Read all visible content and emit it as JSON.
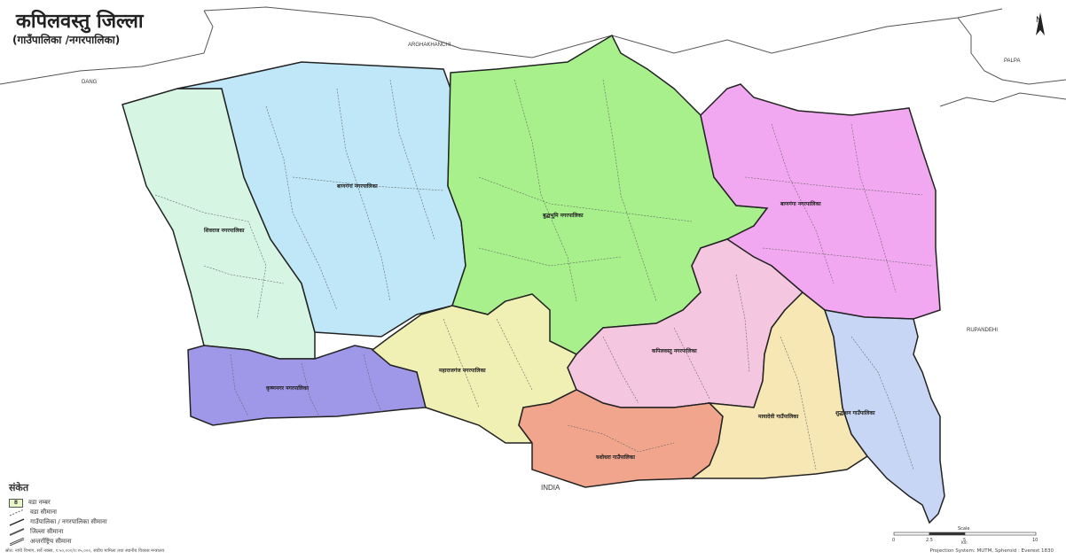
{
  "map": {
    "title": "कपिलवस्तु जिल्ला",
    "subtitle": "(गाउँपालिका /नगरपालिका)",
    "neighbors": [
      "ARGHAKHANCHI",
      "DANG",
      "PALPA",
      "RUPANDEHI",
      "INDIA"
    ],
    "municipalities": [
      {
        "name": "शिवराज नगरपालिका",
        "color": "#d6f5e3"
      },
      {
        "name": "बाणगंगा नगरपालिका",
        "color": "#bfe7f7"
      },
      {
        "name": "बुद्धभूमि नगरपालिका",
        "color": "#a7f08c"
      },
      {
        "name": "बाणगंगा नगरपालिका",
        "color": "#f2a8f0"
      },
      {
        "name": "कृष्णनगर नगरपालिका",
        "color": "#9f97e8"
      },
      {
        "name": "महाराजगंज नगरपालिका",
        "color": "#f0f0b4"
      },
      {
        "name": "कपिलवस्तु नगरपालिका",
        "color": "#f5c6e0"
      },
      {
        "name": "यशोधरा गाउँपालिका",
        "color": "#f2a58d"
      },
      {
        "name": "मायादेवी गाउँपालिका",
        "color": "#f6e7b4"
      },
      {
        "name": "शुद्धोधन गाउँपालिका",
        "color": "#c7d6f5"
      }
    ]
  },
  "legend": {
    "title": "संकेत",
    "items": [
      {
        "symbol": "ward-number",
        "sample": "8",
        "label": "वडा नम्बर"
      },
      {
        "symbol": "ward-boundary",
        "label": "वडा सीमाना"
      },
      {
        "symbol": "municipality-boundary",
        "label": "गाउँपालिका / नगरपालिका सीमाना"
      },
      {
        "symbol": "district-boundary",
        "label": "जिल्ला सीमाना"
      },
      {
        "symbol": "international-boundary",
        "label": "अन्तर्राष्ट्रिय सीमाना"
      }
    ]
  },
  "scale": {
    "label": "Scale",
    "ticks": [
      "0",
      "2.5",
      "5",
      "10"
    ],
    "unit": "Km"
  },
  "north": {
    "label": "N"
  },
  "footer": {
    "source": "स्रोत: नापी विभाग, सर्वे नक्सा, १:५०,०००/१:२५,०००, संघीय मामिला तथा स्थानीय विकास मन्त्रालय",
    "projection": "Projection System: MUTM, Spheroid : Everest 1830"
  }
}
